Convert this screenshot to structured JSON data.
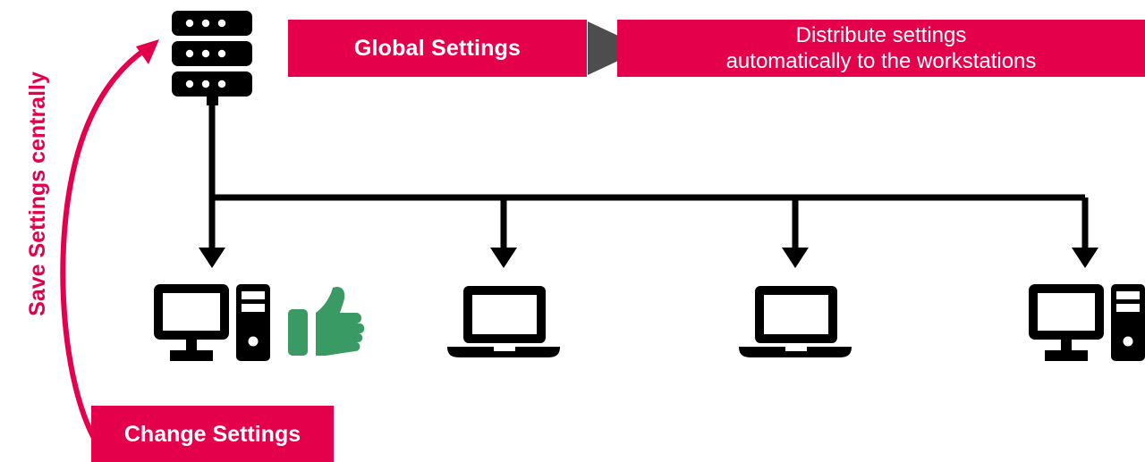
{
  "colors": {
    "accent_pink": "#E4004B",
    "triangle_gray": "#4D4D4D",
    "icon_black": "#000000",
    "thumb_green": "#3A9A64",
    "background": "#FFFFFF"
  },
  "banners": {
    "global_settings": "Global Settings",
    "distribute_line1": "Distribute settings",
    "distribute_line2": "automatically to the workstations",
    "change_settings": "Change Settings"
  },
  "labels": {
    "save_centrally": "Save Settings centrally"
  },
  "icons": {
    "server": "server-icon",
    "triangle": "play-triangle-icon",
    "thumbs_up": "thumbs-up-icon",
    "curved_arrow": "curved-arrow-icon"
  },
  "devices": [
    {
      "type": "desktop-computer",
      "name": "workstation-desktop-1"
    },
    {
      "type": "laptop",
      "name": "workstation-laptop-1"
    },
    {
      "type": "laptop",
      "name": "workstation-laptop-2"
    },
    {
      "type": "desktop-computer",
      "name": "workstation-desktop-2"
    }
  ],
  "connector": {
    "bus_label": "distribution-bus-line",
    "drop_count": 4
  }
}
